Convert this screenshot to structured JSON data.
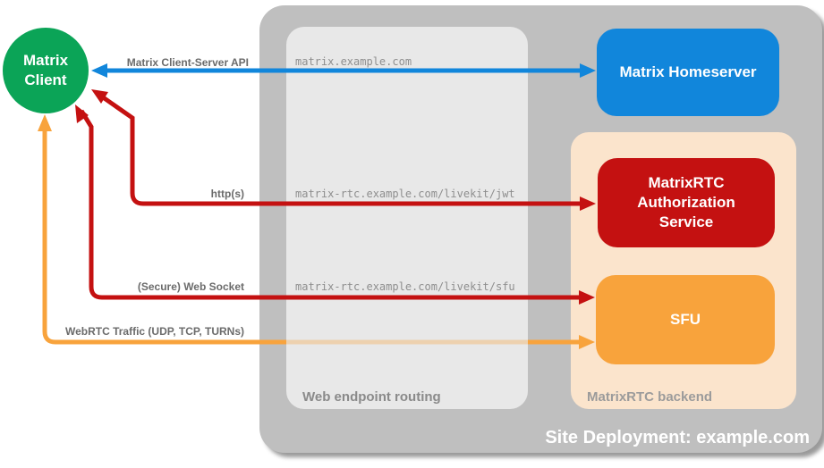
{
  "nodes": {
    "client": "Matrix Client",
    "homeserver": "Matrix Homeserver",
    "auth": "MatrixRTC Authorization Service",
    "sfu": "SFU"
  },
  "captions": {
    "routing": "Web endpoint routing",
    "backend": "MatrixRTC backend",
    "deployment": "Site Deployment: example.com"
  },
  "arrow_labels": {
    "api": "Matrix Client-Server API",
    "https": "http(s)",
    "websocket": "(Secure) Web Socket",
    "webrtc": "WebRTC Traffic (UDP, TCP, TURNs)"
  },
  "routes": {
    "homeserver": "matrix.example.com",
    "jwt": "matrix-rtc.example.com/livekit/jwt",
    "sfu": "matrix-rtc.example.com/livekit/sfu"
  },
  "connections": [
    {
      "from": "Matrix Client",
      "to": "Matrix Homeserver",
      "label": "Matrix Client-Server API",
      "route": "matrix.example.com",
      "color": "#1186db",
      "bidirectional": true
    },
    {
      "from": "Matrix Client",
      "to": "MatrixRTC Authorization Service",
      "label": "http(s)",
      "route": "matrix-rtc.example.com/livekit/jwt",
      "color": "#c41111",
      "bidirectional": true
    },
    {
      "from": "Matrix Client",
      "to": "SFU",
      "label": "(Secure) Web Socket",
      "route": "matrix-rtc.example.com/livekit/sfu",
      "color": "#c41111",
      "bidirectional": true
    },
    {
      "from": "Matrix Client",
      "to": "SFU",
      "label": "WebRTC Traffic (UDP, TCP, TURNs)",
      "route": "",
      "color": "#f8a33c",
      "bidirectional": true
    }
  ],
  "colors": {
    "client_green": "#0ba457",
    "homeserver_blue": "#1186db",
    "auth_red": "#c41111",
    "sfu_orange": "#f8a33c",
    "backend_peach": "#fbe4cc",
    "outer_gray": "#bfbfbf",
    "inner_gray": "#e8e8e8",
    "label_gray": "#6b6b6b",
    "mono_gray": "#8e8e8e"
  }
}
